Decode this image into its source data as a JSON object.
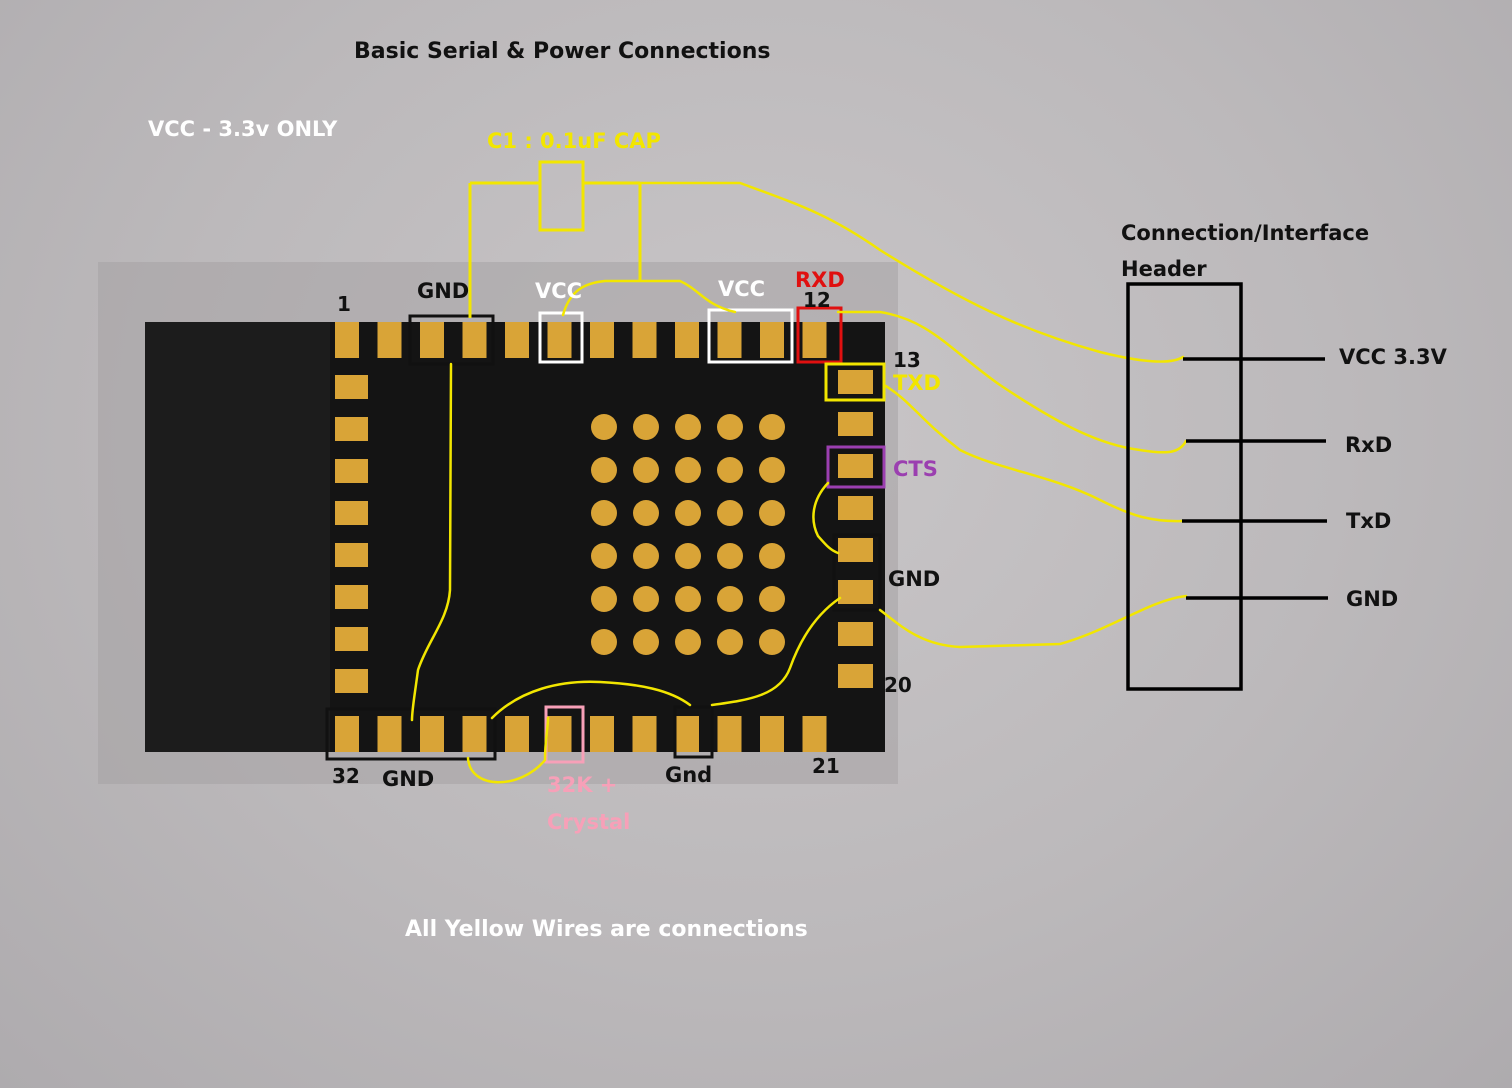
{
  "title": "Basic Serial & Power Connections",
  "note_vcc": "VCC - 3.3v ONLY",
  "note_wires": "All Yellow Wires are connections",
  "capacitor": {
    "label": "C1 : 0.1uF CAP"
  },
  "module": {
    "pin_1": "1",
    "pin_12": "12",
    "pin_13": "13",
    "pin_20": "20",
    "pin_21": "21",
    "pin_32": "32",
    "top_gnd": "GND",
    "vcc_left": "VCC",
    "vcc_right": "VCC",
    "rxd": "RXD",
    "txd": "TXD",
    "cts": "CTS",
    "right_gnd": "GND",
    "bottom_gnd": "GND",
    "bottom_gnd2": "Gnd",
    "crystal_line1": "32K +",
    "crystal_line2": "Crystal"
  },
  "header": {
    "title_line1": "Connection/Interface",
    "title_line2": "Header",
    "pins": [
      "VCC 3.3V",
      "RxD",
      "TxD",
      "GND"
    ]
  },
  "colors": {
    "wire": "#f2e600",
    "rxd": "#e01010",
    "cts": "#9b3fb0",
    "crystal": "#f7a0b8",
    "pad": "#d9a437",
    "board": "#151515"
  }
}
